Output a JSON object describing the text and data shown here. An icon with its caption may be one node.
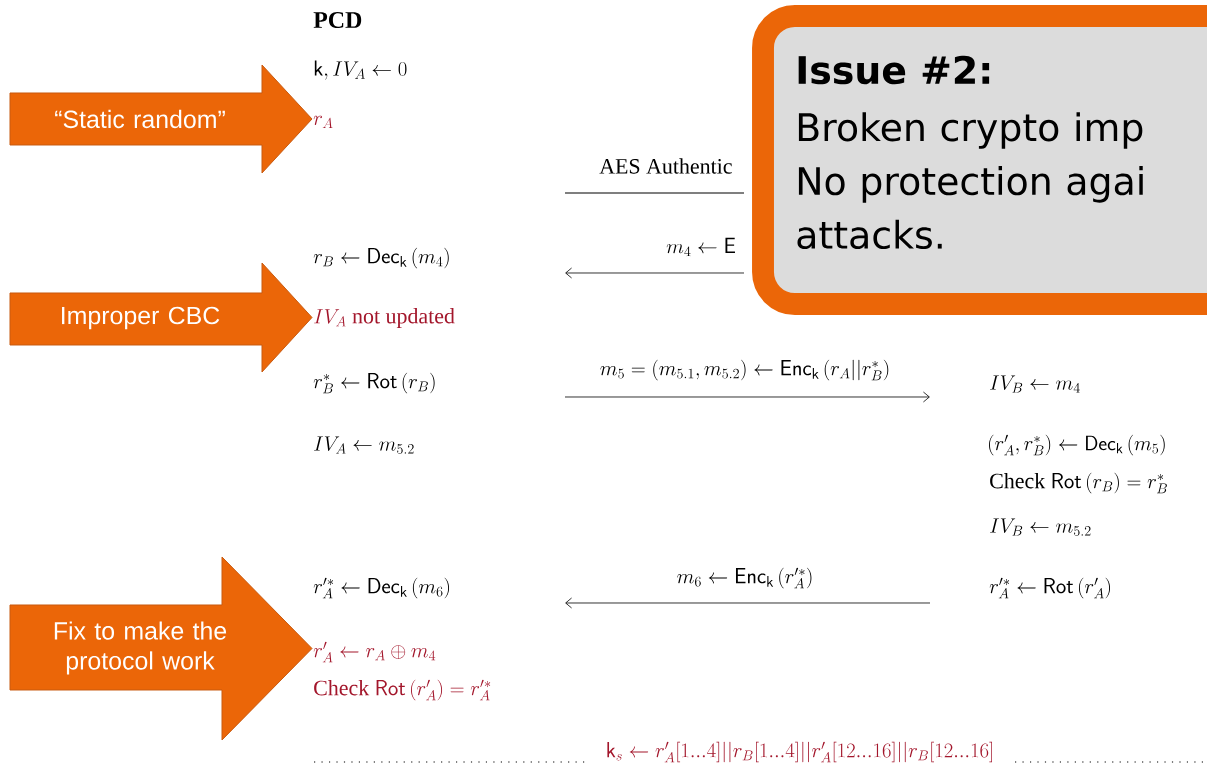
{
  "diagram": {
    "nodes": [
      {
        "text": [
          "“Static random”"
        ]
      },
      {
        "text": [
          "Improper CBC"
        ]
      },
      {
        "text": [
          "Fix to make the protocol work"
        ]
      },
      {
        "text": [
          "Issue #2:",
          "Broken crypto imp No protection agai attacks."
        ]
      }
    ],
    "labels": [
      "PCD",
      "\\mathsf{k}, IV_A \\leftarrow 0",
      "r_A",
      "AES Authentic",
      "r_B \\leftarrow \\mathsf{Dec}_{\\mathsf{k}}\\,(m_4)",
      "m_4 \\leftarrow \\mathsf{E}",
      "IV_A\\ \\mathrm{not\\ updated}",
      "r^*_B \\leftarrow \\mathsf{Rot}\\,(r_B)",
      "m_5 = (m_{5.1}, m_{5.2}) \\leftarrow \\mathsf{Enc}_{\\mathsf{k}}\\,(r_A || r^*_B)",
      "IV_B \\leftarrow m_4",
      "IV_A \\leftarrow m_{5.2}",
      "(r'_A, r^*_B) \\leftarrow \\mathsf{Dec}_{\\mathsf{k}}\\,(m_5)",
      "\\mathrm{Check}\\ \\mathsf{Rot}\\,(r_B) = r^*_B",
      "IV_B \\leftarrow m_{5.2}",
      "r'^*_A \\leftarrow \\mathsf{Dec}_{\\mathsf{k}}\\,(m_6)",
      "m_6 \\leftarrow \\mathsf{Enc}_{\\mathsf{k}}\\,(r'^*_A)",
      "r'^*_A \\leftarrow \\mathsf{Rot}\\,(r'_A)",
      "r'_A \\leftarrow r_A \\oplus m_4",
      "\\mathrm{Check}\\ \\mathsf{Rot}\\,(r'_A) = r'^*_A",
      "\\mathsf{k}_s \\leftarrow r'_A[1...4] || r_B[1...4] || r'_A[12...16] || r_B[12...16]"
    ]
  }
}
